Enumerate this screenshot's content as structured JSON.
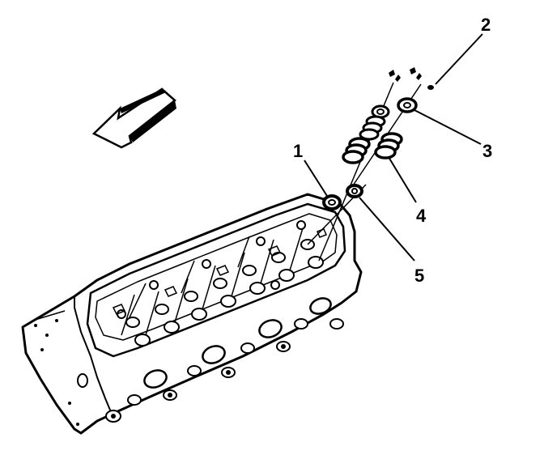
{
  "diagram": {
    "callouts": [
      {
        "id": "1",
        "label": "1"
      },
      {
        "id": "2",
        "label": "2"
      },
      {
        "id": "3",
        "label": "3"
      },
      {
        "id": "4",
        "label": "4"
      },
      {
        "id": "5",
        "label": "5"
      }
    ],
    "icons": {
      "direction_arrow": "front-direction-arrow-icon",
      "cylinder_head": "cylinder-head-icon",
      "valve_keepers": "valve-keepers-icon",
      "valve_spring_cap": "valve-spring-cap-icon",
      "valve_spring": "valve-spring-icon",
      "valve_stem_seal": "valve-stem-seal-icon"
    },
    "colors": {
      "ink": "#000000",
      "background": "#ffffff"
    }
  }
}
